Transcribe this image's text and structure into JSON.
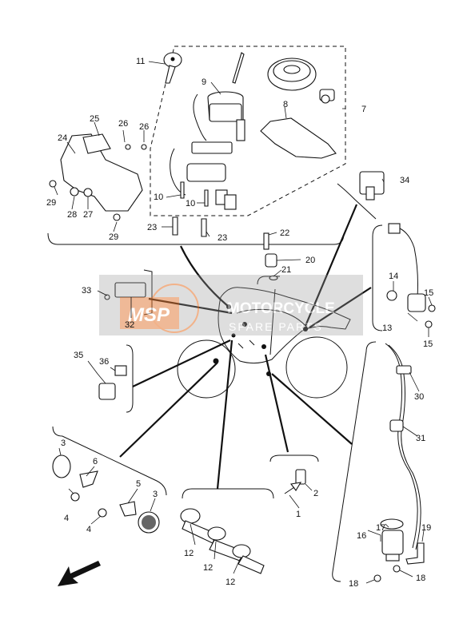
{
  "parts": [
    {
      "id": "p1",
      "number": "1"
    },
    {
      "id": "p2",
      "number": "2"
    },
    {
      "id": "p3a",
      "number": "3"
    },
    {
      "id": "p3b",
      "number": "3"
    },
    {
      "id": "p4a",
      "number": "4"
    },
    {
      "id": "p4b",
      "number": "4"
    },
    {
      "id": "p5",
      "number": "5"
    },
    {
      "id": "p6",
      "number": "6"
    },
    {
      "id": "p7",
      "number": "7"
    },
    {
      "id": "p8",
      "number": "8"
    },
    {
      "id": "p9",
      "number": "9"
    },
    {
      "id": "p10a",
      "number": "10"
    },
    {
      "id": "p10b",
      "number": "10"
    },
    {
      "id": "p11",
      "number": "11"
    },
    {
      "id": "p12a",
      "number": "12"
    },
    {
      "id": "p12b",
      "number": "12"
    },
    {
      "id": "p12c",
      "number": "12"
    },
    {
      "id": "p13",
      "number": "13"
    },
    {
      "id": "p14",
      "number": "14"
    },
    {
      "id": "p15a",
      "number": "15"
    },
    {
      "id": "p15b",
      "number": "15"
    },
    {
      "id": "p16",
      "number": "16"
    },
    {
      "id": "p17",
      "number": "17"
    },
    {
      "id": "p18a",
      "number": "18"
    },
    {
      "id": "p18b",
      "number": "18"
    },
    {
      "id": "p19",
      "number": "19"
    },
    {
      "id": "p20",
      "number": "20"
    },
    {
      "id": "p21",
      "number": "21"
    },
    {
      "id": "p22",
      "number": "22"
    },
    {
      "id": "p23a",
      "number": "23"
    },
    {
      "id": "p23b",
      "number": "23"
    },
    {
      "id": "p24",
      "number": "24"
    },
    {
      "id": "p25",
      "number": "25"
    },
    {
      "id": "p26a",
      "number": "26"
    },
    {
      "id": "p26b",
      "number": "26"
    },
    {
      "id": "p27",
      "number": "27"
    },
    {
      "id": "p28",
      "number": "28"
    },
    {
      "id": "p29a",
      "number": "29"
    },
    {
      "id": "p29b",
      "number": "29"
    },
    {
      "id": "p30",
      "number": "30"
    },
    {
      "id": "p31",
      "number": "31"
    },
    {
      "id": "p32",
      "number": "32"
    },
    {
      "id": "p33",
      "number": "33"
    },
    {
      "id": "p34",
      "number": "34"
    },
    {
      "id": "p35",
      "number": "35"
    },
    {
      "id": "p36",
      "number": "36"
    }
  ],
  "watermark": {
    "logo_text": "MSP",
    "line1": "MOTORCYCLE",
    "line2": "SPARE PARTS",
    "accent_color": "#e8742a",
    "band_color": "#9a9a9a"
  },
  "arrow": {
    "icon": "front-direction-arrow-icon"
  }
}
